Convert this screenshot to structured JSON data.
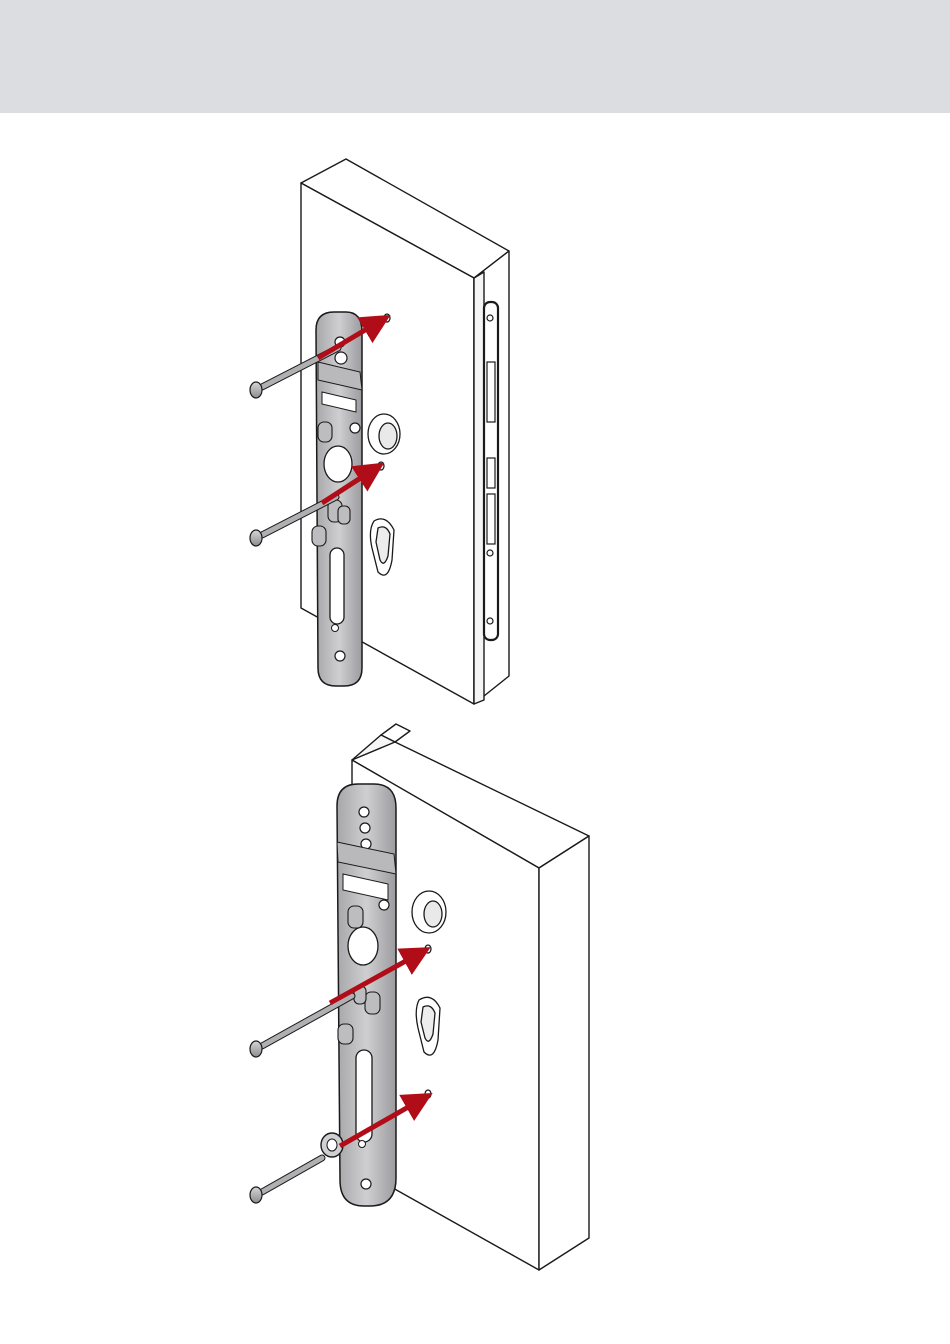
{
  "header": {
    "color": "#dcdde1"
  },
  "colors": {
    "outline": "#1a1a1a",
    "door": "#ffffff",
    "plate": "#c4c4c6",
    "plate_dark": "#8f8f92",
    "screw": "#a9a9ab",
    "arrow": "#b00d18",
    "lock_case": "#2b2b2b"
  },
  "figures": [
    {
      "name": "step-1",
      "icon": "door-edge-upper-assembly",
      "screws": 2,
      "washer": false
    },
    {
      "name": "step-2",
      "icon": "door-edge-lower-assembly",
      "screws": 2,
      "washer": true
    }
  ]
}
